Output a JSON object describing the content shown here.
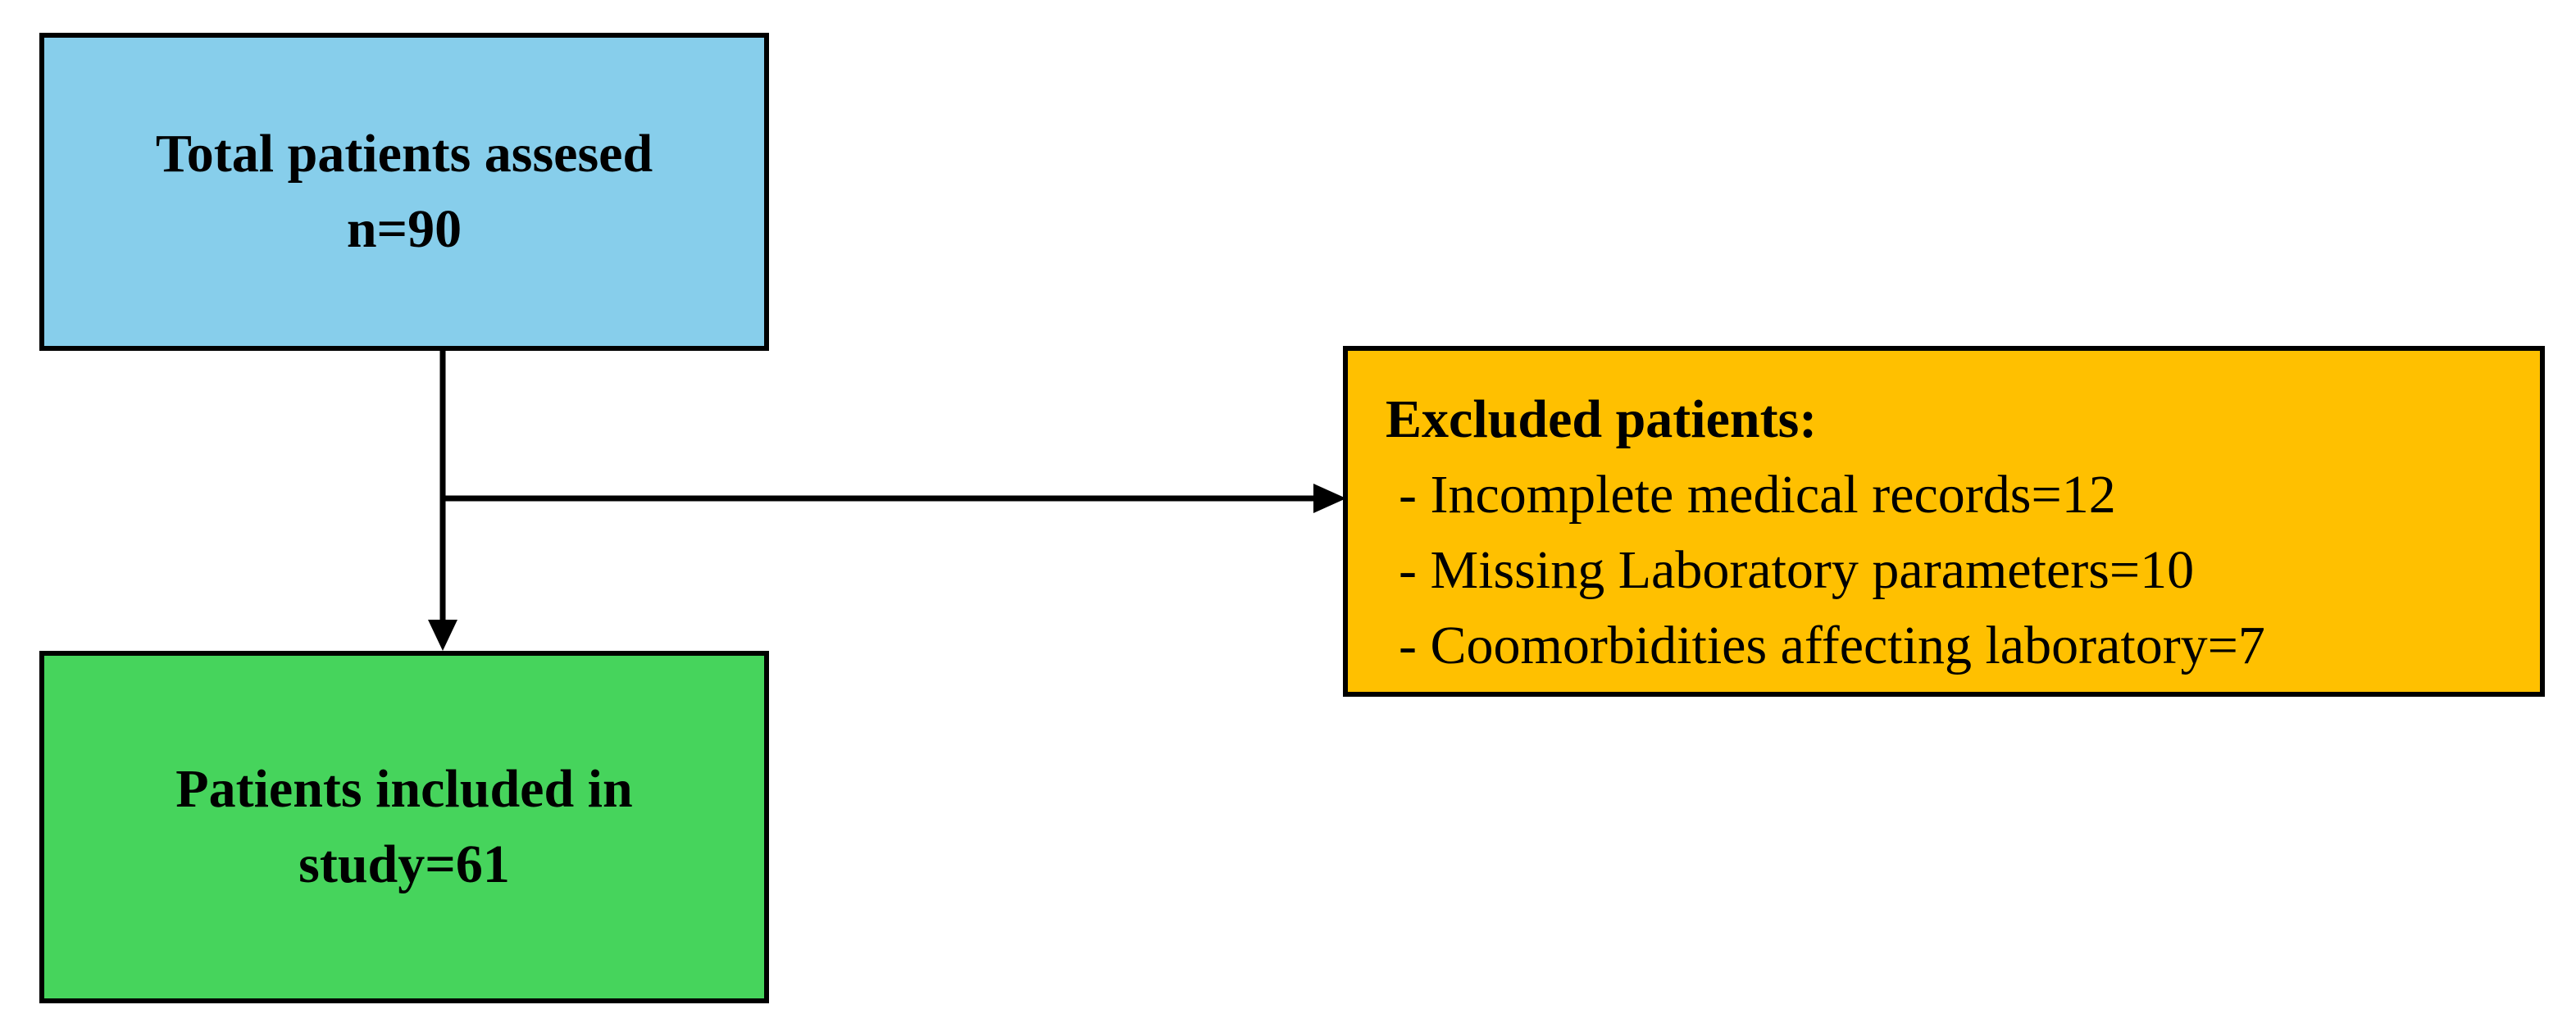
{
  "boxes": {
    "assessed": {
      "line1": "Total patients assesed",
      "line2": "n=90",
      "fill": "#87CEEB"
    },
    "excluded": {
      "title": "Excluded patients:",
      "items": [
        "- Incomplete medical records=12",
        "- Missing Laboratory parameters=10",
        "- Coomorbidities affecting laboratory=7"
      ],
      "fill": "#FFC000"
    },
    "included": {
      "line1": "Patients included in",
      "line2": "study=61",
      "fill": "#46D45C"
    }
  },
  "connectors": [
    {
      "from": "assessed",
      "to": "included",
      "arrow": "down"
    },
    {
      "from": "assessed",
      "to": "excluded",
      "arrow": "right"
    }
  ],
  "colors": {
    "border": "#000000",
    "line": "#000000"
  }
}
